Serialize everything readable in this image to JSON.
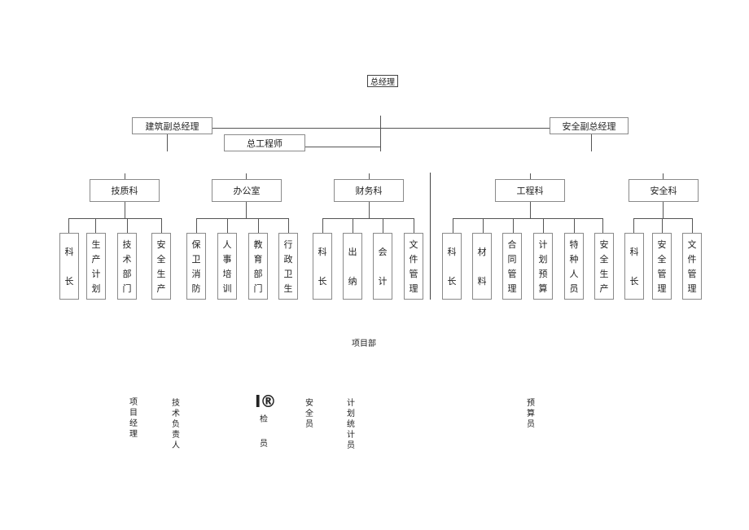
{
  "top": {
    "general_manager": "总经理"
  },
  "deputies": {
    "construction": "建筑副总经理",
    "safety": "安全副总经理",
    "chief_engineer": "总工程师"
  },
  "departments": [
    {
      "name": "技质科",
      "leaves": [
        [
          "科",
          "长"
        ],
        [
          "生",
          "产",
          "计",
          "划"
        ],
        [
          "技",
          "术",
          "部",
          "门"
        ],
        [
          "安",
          "全",
          "生",
          "产"
        ]
      ]
    },
    {
      "name": "办公室",
      "leaves": [
        [
          "保",
          "卫",
          "消",
          "防"
        ],
        [
          "人",
          "事",
          "培",
          "训"
        ],
        [
          "教",
          "育",
          "部",
          "门"
        ],
        [
          "行",
          "政",
          "卫",
          "生"
        ]
      ]
    },
    {
      "name": "财务科",
      "leaves": [
        [
          "科",
          "长"
        ],
        [
          "出",
          "纳"
        ],
        [
          "会",
          "计"
        ],
        [
          "文",
          "件",
          "管",
          "理"
        ]
      ]
    },
    {
      "name": "工程科",
      "leaves": [
        [
          "科",
          "长"
        ],
        [
          "材",
          "料"
        ],
        [
          "合",
          "同",
          "管",
          "理"
        ],
        [
          "计",
          "划",
          "预",
          "算"
        ],
        [
          "特",
          "种",
          "人",
          "员"
        ],
        [
          "安",
          "全",
          "生",
          "产"
        ]
      ]
    },
    {
      "name": "安全科",
      "leaves": [
        [
          "科",
          "长"
        ],
        [
          "安",
          "全",
          "管",
          "理"
        ],
        [
          "文",
          "件",
          "管",
          "理"
        ]
      ]
    }
  ],
  "project": {
    "title": "项目部",
    "roles": [
      [
        "项",
        "目",
        "经",
        "理"
      ],
      [
        "技",
        "术",
        "负",
        "责",
        "人"
      ],
      [
        "检",
        "员"
      ],
      [
        "安",
        "全",
        "员"
      ],
      [
        "计",
        "划",
        "统",
        "计",
        "员"
      ],
      [
        "预",
        "算",
        "员"
      ]
    ],
    "inspect_mark": "I®"
  }
}
